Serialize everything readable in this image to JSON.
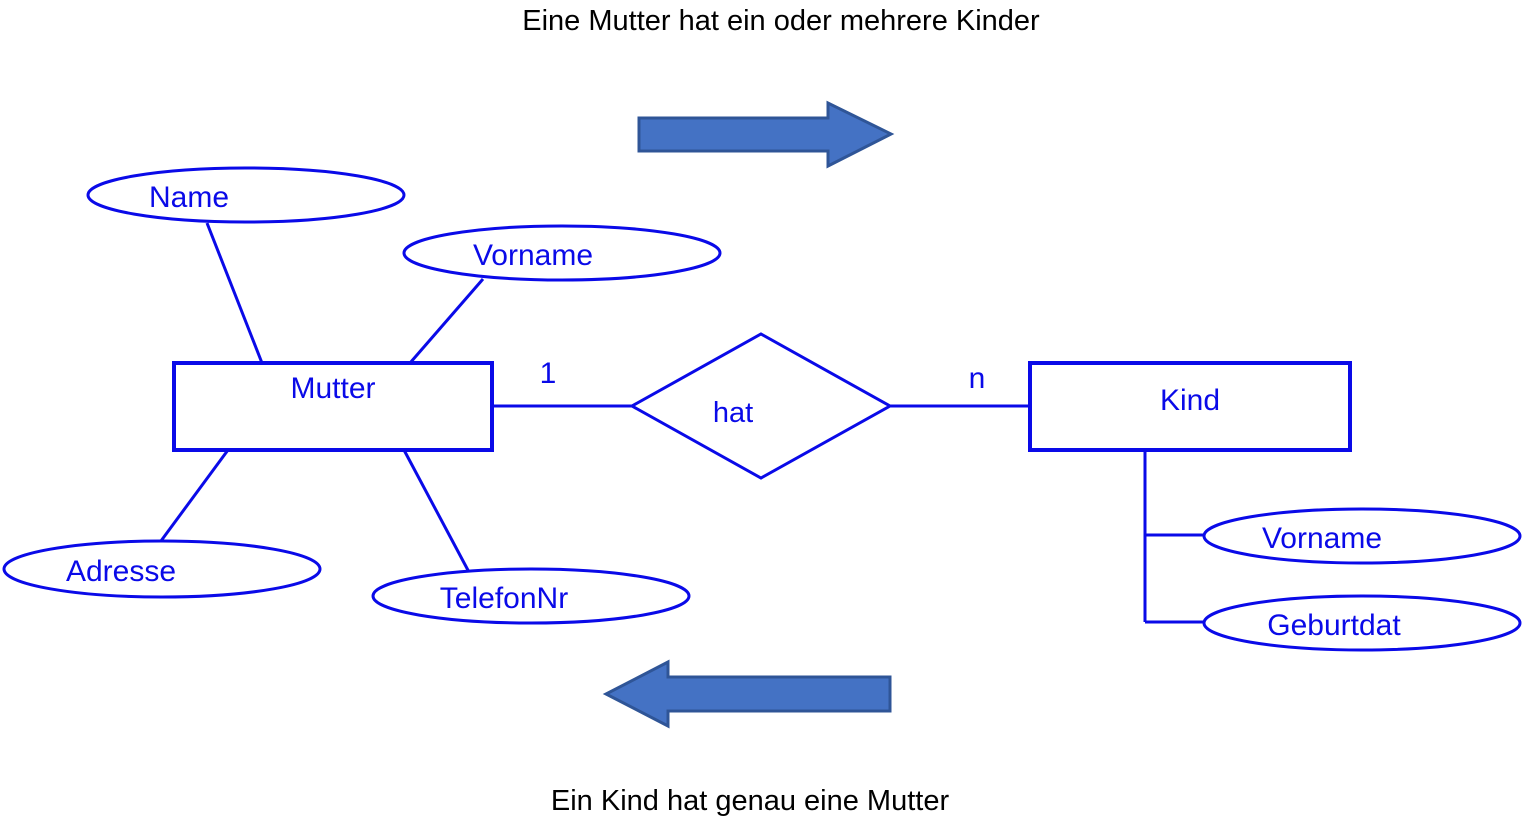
{
  "diagram": {
    "title_top": "Eine Mutter hat ein oder mehrere Kinder",
    "title_bottom": "Ein Kind hat genau eine Mutter",
    "colors": {
      "entity_stroke": "#0a0ae8",
      "entity_text": "#0a0ae8",
      "caption_text": "#000000",
      "arrow_fill": "#4472c4",
      "arrow_stroke": "#2f5597",
      "background": "#ffffff"
    },
    "entities": [
      {
        "id": "mutter",
        "label": "Mutter"
      },
      {
        "id": "kind",
        "label": "Kind"
      }
    ],
    "relationship": {
      "id": "hat",
      "label": "hat"
    },
    "cardinalities": [
      {
        "id": "left",
        "label": "1"
      },
      {
        "id": "right",
        "label": "n"
      }
    ],
    "attributes": [
      {
        "id": "mutter-name",
        "label": "Name",
        "owner": "Mutter"
      },
      {
        "id": "mutter-vorname",
        "label": "Vorname",
        "owner": "Mutter"
      },
      {
        "id": "mutter-adresse",
        "label": "Adresse",
        "owner": "Mutter"
      },
      {
        "id": "mutter-telefonnr",
        "label": "TelefonNr",
        "owner": "Mutter"
      },
      {
        "id": "kind-vorname",
        "label": "Vorname",
        "owner": "Kind"
      },
      {
        "id": "kind-geburtdat",
        "label": "Geburtdat",
        "owner": "Kind"
      }
    ],
    "arrows": [
      {
        "id": "arrow-top",
        "direction": "right",
        "describes": "Eine Mutter hat ein oder mehrere Kinder"
      },
      {
        "id": "arrow-bottom",
        "direction": "left",
        "describes": "Ein Kind hat genau eine Mutter"
      }
    ]
  }
}
